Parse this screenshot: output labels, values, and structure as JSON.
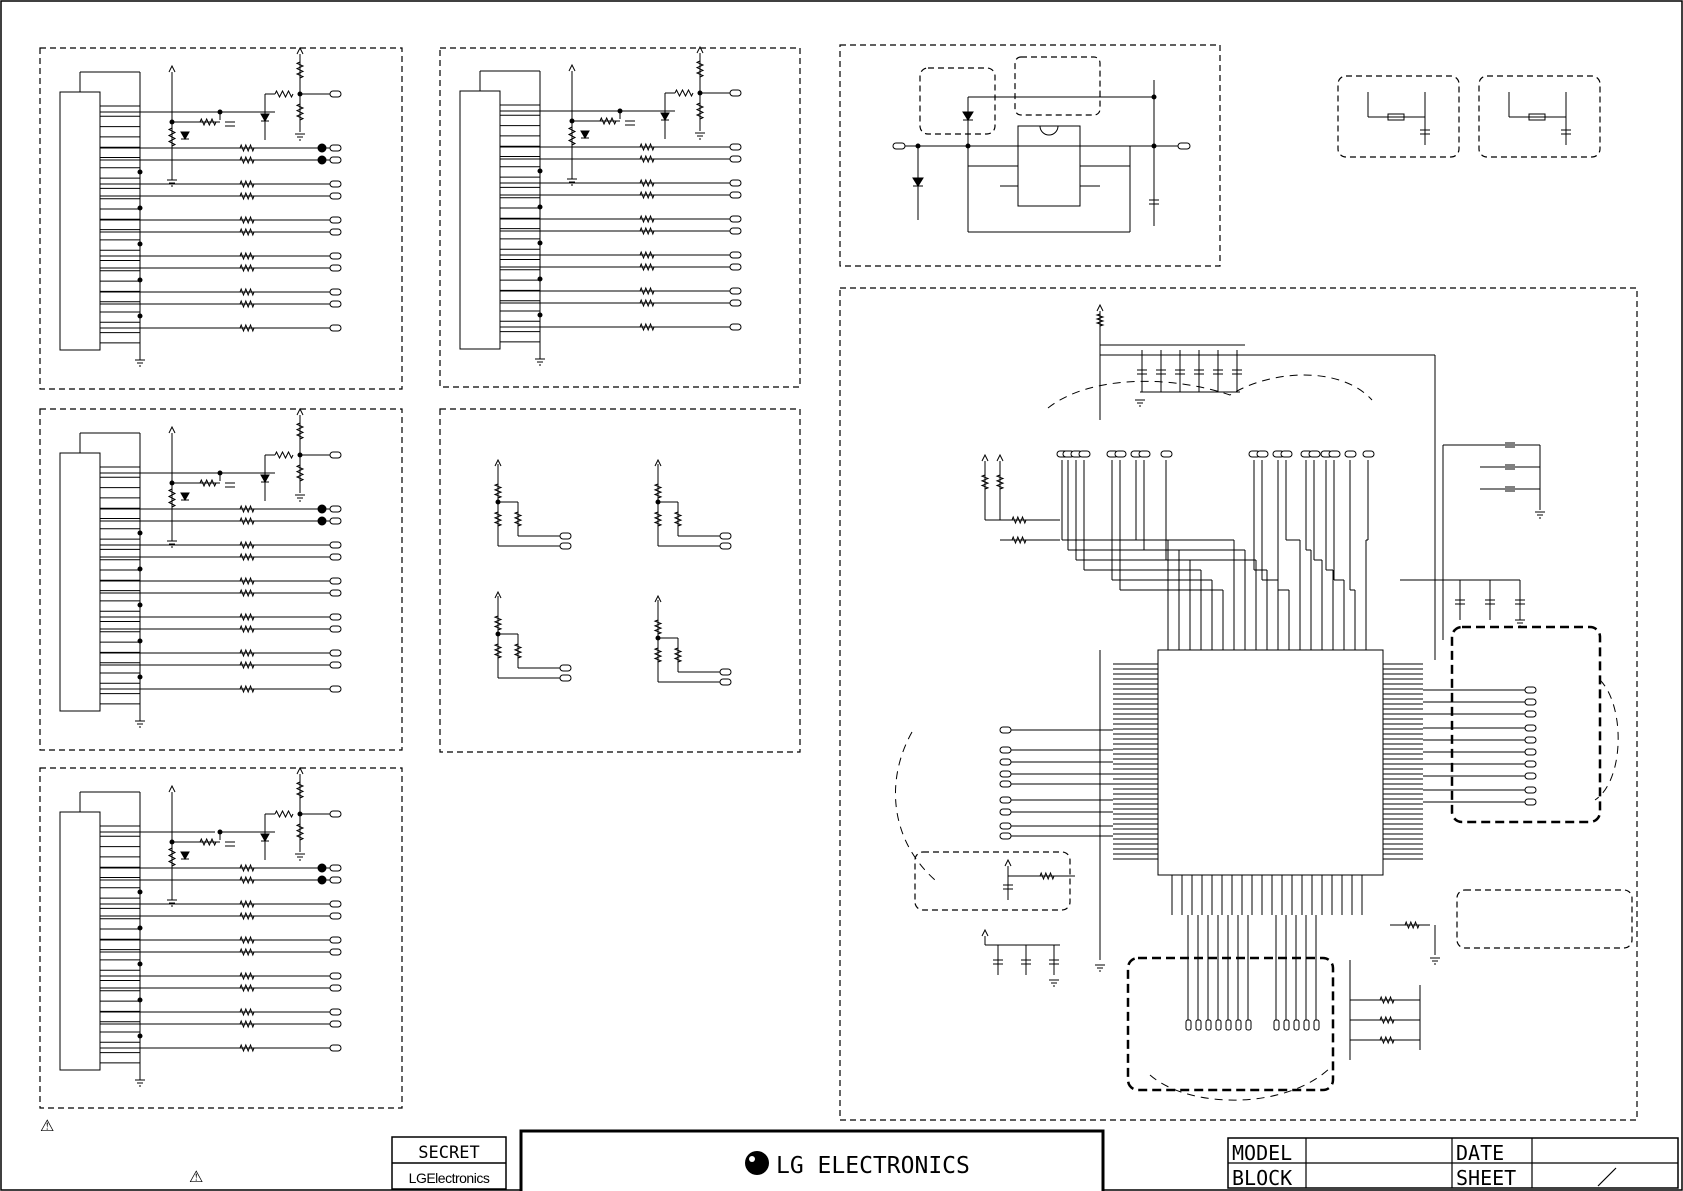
{
  "title_block": {
    "secret_label": "SECRET",
    "company_small": "LGElectronics",
    "company_logo_text": "LG ELECTRONICS",
    "model_label": "MODEL",
    "date_label": "DATE",
    "block_label": "BLOCK",
    "sheet_label": "SHEET",
    "sheet_slash": "/"
  },
  "warning_symbol": "⚠",
  "colors": {
    "ink": "#000000",
    "paper": "#ffffff"
  }
}
